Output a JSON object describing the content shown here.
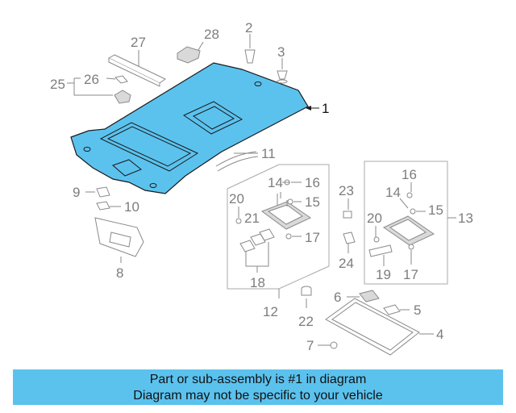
{
  "callouts": {
    "c1": "1",
    "c2": "2",
    "c3": "3",
    "c4": "4",
    "c5": "5",
    "c6": "6",
    "c7": "7",
    "c8": "8",
    "c9": "9",
    "c10": "10",
    "c11": "11",
    "c12": "12",
    "c13": "13",
    "c14a": "14",
    "c14b": "14",
    "c15a": "15",
    "c15b": "15",
    "c16a": "16",
    "c16b": "16",
    "c17a": "17",
    "c17b": "17",
    "c18": "18",
    "c19": "19",
    "c20a": "20",
    "c20b": "20",
    "c21": "21",
    "c22": "22",
    "c23": "23",
    "c24": "24",
    "c25": "25",
    "c26": "26",
    "c27": "27",
    "c28": "28"
  },
  "colors": {
    "highlight_part": "#5bc2ee",
    "footer_background": "#5bc2ee",
    "line_art": "#8a8a8a"
  },
  "footer": {
    "line1": "Part or sub-assembly is #1 in diagram",
    "line2": "Diagram may not be specific to your vehicle"
  }
}
